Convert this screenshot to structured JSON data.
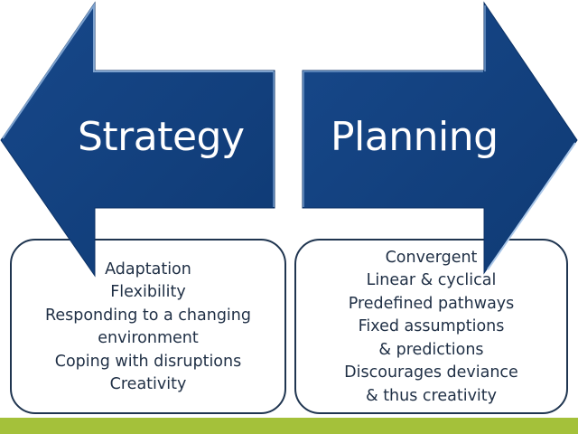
{
  "colors": {
    "arrow_fill": "#123f7c",
    "arrow_highlight": "#8fb3dc",
    "box_border": "#1f3550",
    "text_dark": "#1f2f45",
    "bottom_bar": "#a4c13a"
  },
  "strategy": {
    "label": "Strategy",
    "direction": "left",
    "items": [
      "Adaptation",
      "Flexibility",
      "Responding to a changing",
      "environment",
      "Coping with disruptions",
      "Creativity"
    ]
  },
  "planning": {
    "label": "Planning",
    "direction": "right",
    "items": [
      "Convergent",
      "Linear & cyclical",
      "Predefined pathways",
      "Fixed assumptions",
      "& predictions",
      "Discourages deviance",
      "& thus creativity"
    ]
  }
}
